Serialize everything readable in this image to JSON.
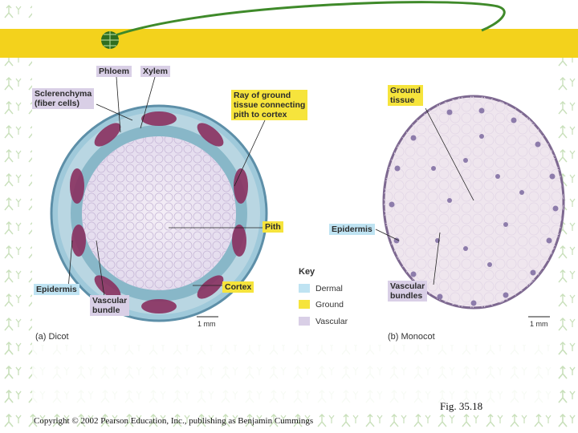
{
  "labels": {
    "phloem": "Phloem",
    "xylem": "Xylem",
    "sclerenchyma": "Sclerenchyma\n(fiber cells)",
    "ray": "Ray of ground\ntissue connecting\npith to cortex",
    "pith": "Pith",
    "epidermis_dicot": "Epidermis",
    "vascular_bundle": "Vascular\nbundle",
    "cortex": "Cortex",
    "ground_tissue": "Ground\ntissue",
    "epidermis_monocot": "Epidermis",
    "vascular_bundles": "Vascular\nbundles"
  },
  "key": {
    "title": "Key",
    "items": [
      {
        "label": "Dermal",
        "color": "#bfe3f2"
      },
      {
        "label": "Ground",
        "color": "#f6e43c"
      },
      {
        "label": "Vascular",
        "color": "#d9cfe6"
      }
    ]
  },
  "scales": {
    "dicot": "1 mm",
    "monocot": "1 mm"
  },
  "captions": {
    "dicot": "(a) Dicot",
    "monocot": "(b) Monocot"
  },
  "figure_label": "Fig. 35.18",
  "copyright": "Copyright © 2002 Pearson Education, Inc., publishing as Benjamin Cummings",
  "colors": {
    "accent_yellow": "#f3d21c",
    "accent_green": "#3f8a2a",
    "sprig_green": "#b9d7a7"
  }
}
